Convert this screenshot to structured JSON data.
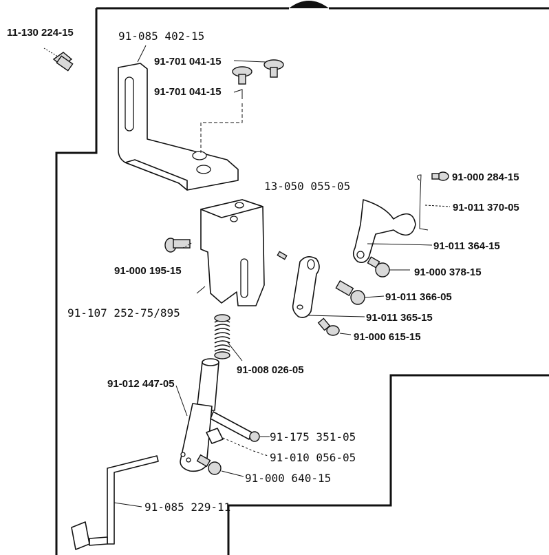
{
  "parts": [
    {
      "id": "p1",
      "code": "11-130 224-15"
    },
    {
      "id": "p2",
      "code": "91-085 402-15"
    },
    {
      "id": "p3",
      "code": "91-701 041-15"
    },
    {
      "id": "p4",
      "code": "91-701 041-15"
    },
    {
      "id": "p5",
      "code": "91-000 284-15"
    },
    {
      "id": "p6",
      "code": "13-050 055-05"
    },
    {
      "id": "p7",
      "code": "91-011 370-05"
    },
    {
      "id": "p8",
      "code": "91-011 364-15"
    },
    {
      "id": "p9",
      "code": "91-000 195-15"
    },
    {
      "id": "p10",
      "code": "91-000 378-15"
    },
    {
      "id": "p11",
      "code": "91-011 366-05"
    },
    {
      "id": "p12",
      "code": "91-107 252-75/895"
    },
    {
      "id": "p13",
      "code": "91-011 365-15"
    },
    {
      "id": "p14",
      "code": "91-000 615-15"
    },
    {
      "id": "p15",
      "code": "91-008 026-05"
    },
    {
      "id": "p16",
      "code": "91-012 447-05"
    },
    {
      "id": "p17",
      "code": "91-175 351-05"
    },
    {
      "id": "p18",
      "code": "91-010 056-05"
    },
    {
      "id": "p19",
      "code": "91-000 640-15"
    },
    {
      "id": "p20",
      "code": "91-085 229-11"
    }
  ]
}
